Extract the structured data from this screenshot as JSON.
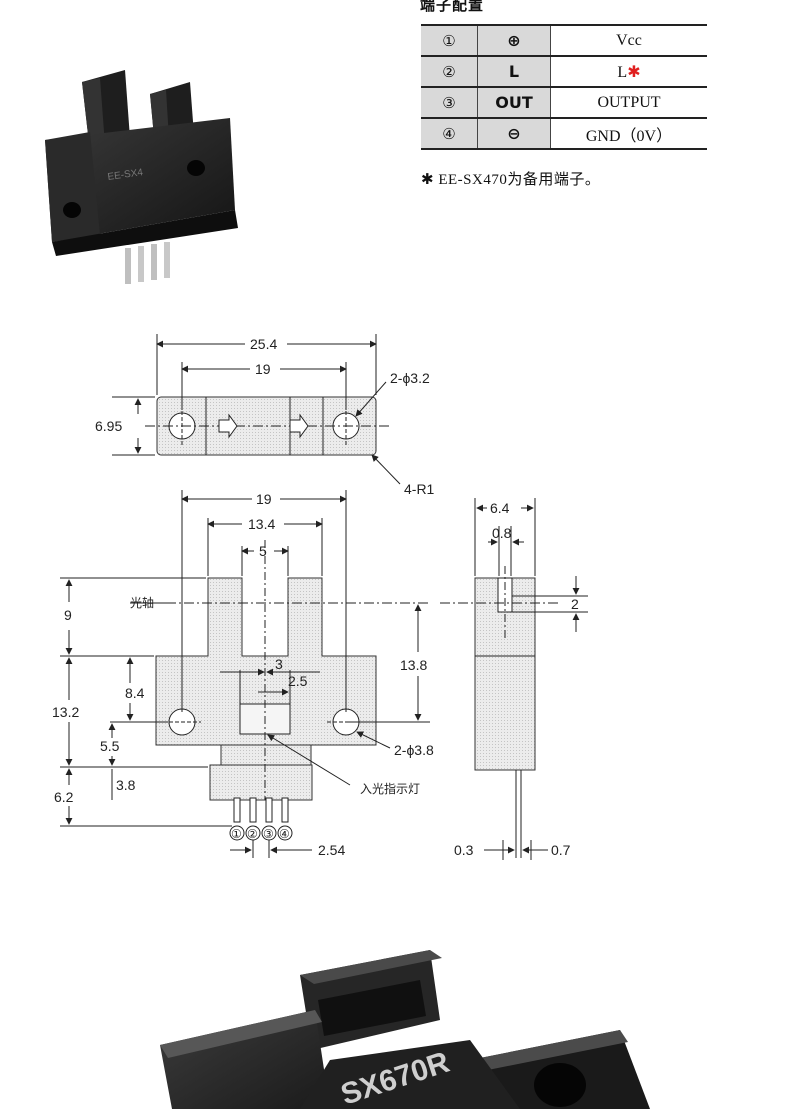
{
  "pin_section": {
    "title": "端子配置",
    "rows": [
      {
        "no": "①",
        "symbol": "⊕",
        "name": "Vcc"
      },
      {
        "no": "②",
        "symbol": "L",
        "name": "L",
        "star": "✱"
      },
      {
        "no": "③",
        "symbol": "OUT",
        "name": "OUTPUT"
      },
      {
        "no": "④",
        "symbol": "⊖",
        "name": "GND（0V）"
      }
    ],
    "note": "✱ EE-SX470为备用端子。"
  },
  "photo_top": {
    "model_label": "EE-SX4"
  },
  "drawing": {
    "top_view": {
      "overall": "25.4",
      "hole_pitch": "19",
      "height": "6.95",
      "holes": "2-ϕ3.2",
      "corner": "4-R1"
    },
    "front_view": {
      "w19": "19",
      "w13_4": "13.4",
      "slot": "5",
      "h9": "9",
      "h13_2": "13.2",
      "h8_4": "8.4",
      "h5_5": "5.5",
      "h3_8": "3.8",
      "h6_2": "6.2",
      "d3": "3",
      "d2_5": "2.5",
      "h13_8": "13.8",
      "axis_label": "光轴",
      "holes": "2-ϕ3.8",
      "led_label": "入光指示灯",
      "pitch": "2.54",
      "pins": [
        "①",
        "②",
        "③",
        "④"
      ]
    },
    "side_view": {
      "w6_4": "6.4",
      "w0_8": "0.8",
      "d2": "2",
      "t0_3": "0.3",
      "t0_7": "0.7"
    }
  },
  "photo_bottom": {
    "label": "SX670R"
  }
}
